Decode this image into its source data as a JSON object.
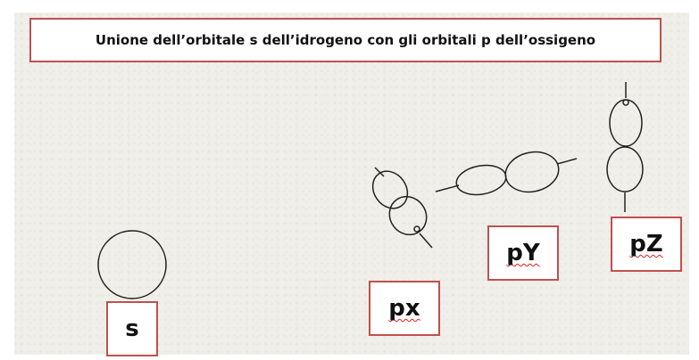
{
  "title": "Unione dell’orbitale s dell’idrogeno con gli orbitali p dell’ossigeno",
  "labels": {
    "s": "s",
    "px": "px",
    "py": "pY",
    "pz": "pZ"
  },
  "colors": {
    "box_border": "#c0504d",
    "background": "#f1efea",
    "spelling_underline": "#e02020"
  }
}
